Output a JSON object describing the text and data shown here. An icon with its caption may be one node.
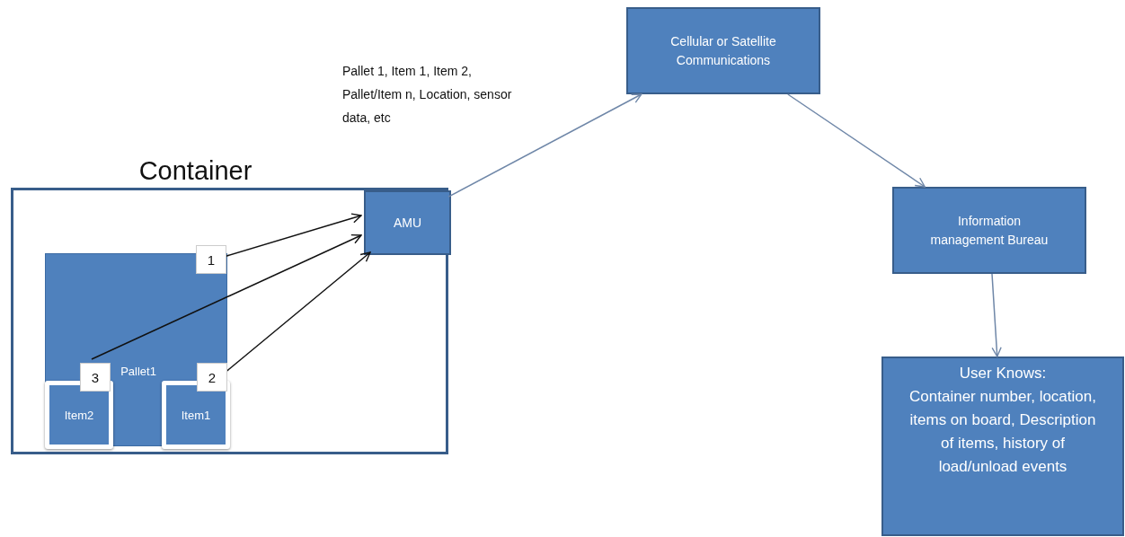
{
  "diagram": {
    "nodes": [
      {
        "text": [
          "Container"
        ]
      },
      {
        "text": [
          "AMU"
        ],
        "in": 0
      },
      {
        "text": [
          "Pallet1"
        ],
        "in": 0
      },
      {
        "text": [
          "1"
        ],
        "in": 0
      },
      {
        "text": [
          "3"
        ],
        "in": 2
      },
      {
        "text": [
          "2"
        ],
        "in": 2
      },
      {
        "text": [
          "Item2"
        ],
        "in": 2
      },
      {
        "text": [
          "Item1"
        ],
        "in": 2
      },
      {
        "text": [
          "Cellular or Satellite Communications"
        ]
      },
      {
        "text": [
          "Information management Bureau"
        ]
      },
      {
        "text": [
          "User Knows:",
          "Container number, location, items on board, Description of items, history of load/unload events"
        ]
      }
    ],
    "edges": [
      {
        "from": 3,
        "to": 1,
        "arrow": "to"
      },
      {
        "from": 4,
        "to": 1,
        "arrow": "to"
      },
      {
        "from": 5,
        "to": 1,
        "arrow": "to"
      },
      {
        "from": 1,
        "to": 8,
        "arrow": "to",
        "color": "#6f87a8"
      },
      {
        "from": 8,
        "to": 9,
        "arrow": "to",
        "color": "#6f87a8"
      },
      {
        "from": 9,
        "to": 10,
        "arrow": "to",
        "color": "#6f87a8"
      }
    ],
    "labels": [
      "Pallet 1, Item 1, Item 2, Pallet/Item n, Location, sensor data, etc"
    ]
  }
}
